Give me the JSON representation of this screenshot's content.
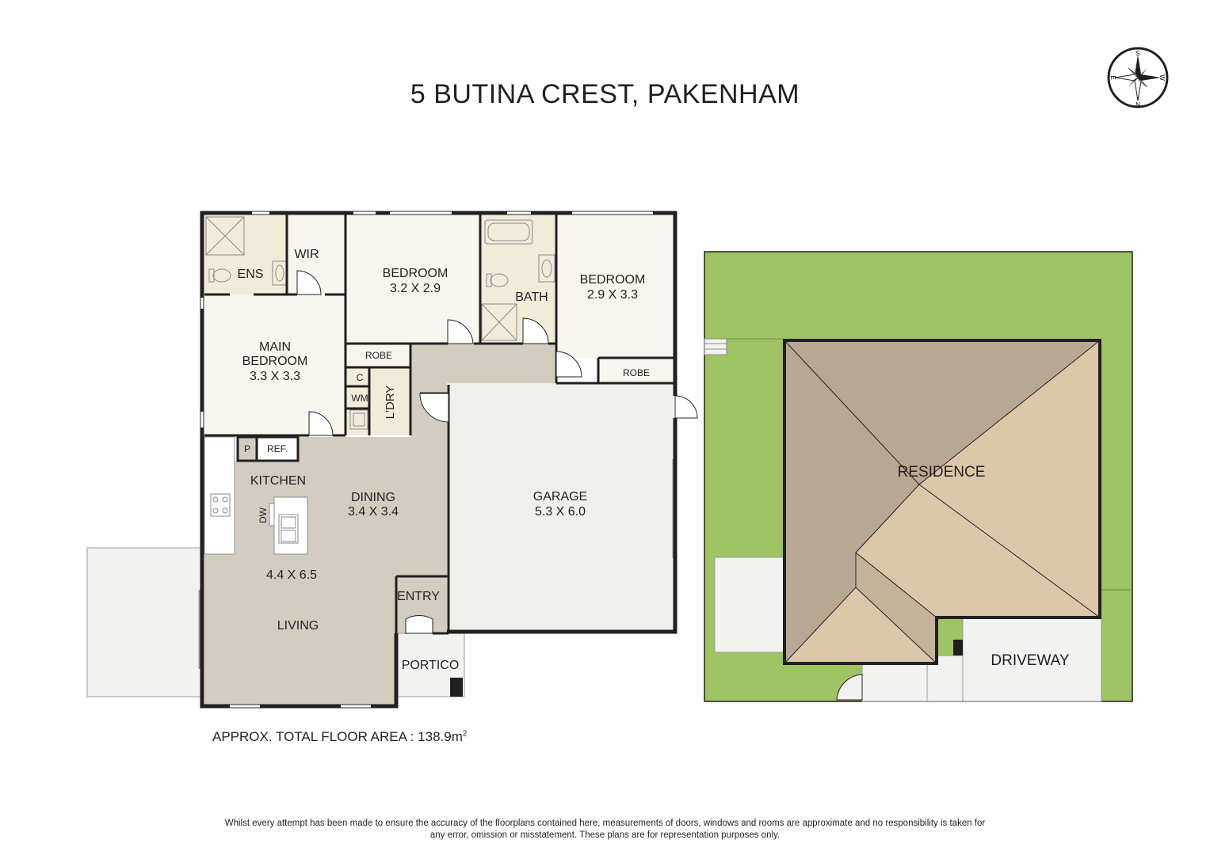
{
  "title": "5 BUTINA CREST, PAKENHAM",
  "floor_area": {
    "label": "APPROX. TOTAL FLOOR AREA : 138.9m",
    "sup": "2"
  },
  "disclaimer": [
    "Whilst every attempt has been made to ensure the accuracy of the floorplans contained here, measurements of doors, windows and rooms are approximate and no responsibility is taken for",
    "any error, omission or misstatement. These plans are for representation purposes only."
  ],
  "compass": {
    "s": "S",
    "e": "E",
    "w": "W",
    "n": "N"
  },
  "rooms": {
    "ens": "ENS",
    "wir": "WIR",
    "bedroom2_name": "BEDROOM",
    "bedroom2_size": "3.2 X 2.9",
    "bath": "BATH",
    "bedroom3_name": "BEDROOM",
    "bedroom3_size": "2.9 X 3.3",
    "main_bedroom_line1": "MAIN",
    "main_bedroom_line2": "BEDROOM",
    "main_bedroom_size": "3.3 X 3.3",
    "robe1": "ROBE",
    "robe2": "ROBE",
    "c": "C",
    "wm": "WM",
    "ldry": "L'DRY",
    "p": "P",
    "ref": "REF.",
    "kitchen": "KITCHEN",
    "dw": "DW",
    "dining_name": "DINING",
    "dining_size": "3.4 X 3.4",
    "garage_name": "GARAGE",
    "garage_size": "5.3 X 6.0",
    "living_size": "4.4 X 6.5",
    "living": "LIVING",
    "entry": "ENTRY",
    "portico": "PORTICO"
  },
  "site": {
    "residence": "RESIDENCE",
    "driveway": "DRIVEWAY"
  },
  "colors": {
    "wall": "#231f20",
    "bedroom_floor": "#f8f5ef",
    "wet_floor": "#f1ebd9",
    "living_floor": "#d3cdc0",
    "garage_floor": "#efefeb",
    "outdoor": "#f2f2f0",
    "lawn": "#9fc464",
    "roof_dark": "#b8a893",
    "roof_light": "#dcc7a9",
    "roof_mid": "#c5b399"
  }
}
